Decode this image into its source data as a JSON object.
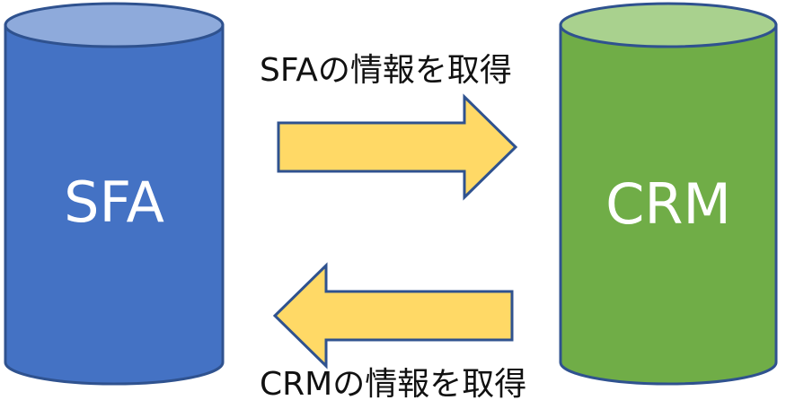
{
  "diagram": {
    "nodes": {
      "sfa": {
        "label": "SFA",
        "body_color": "#4472c4",
        "top_color": "#8eaadb",
        "stroke_color": "#2f528f"
      },
      "crm": {
        "label": "CRM",
        "body_color": "#70ad47",
        "top_color": "#a9d18e",
        "stroke_color": "#2f528f"
      }
    },
    "flows": {
      "sfa_to_crm": {
        "from": "SFA",
        "to": "CRM",
        "label": "SFAの情報を取得"
      },
      "crm_to_sfa": {
        "from": "CRM",
        "to": "SFA",
        "label": "CRMの情報を取得"
      }
    },
    "arrow_fill": "#ffd966",
    "arrow_stroke": "#2f528f"
  }
}
